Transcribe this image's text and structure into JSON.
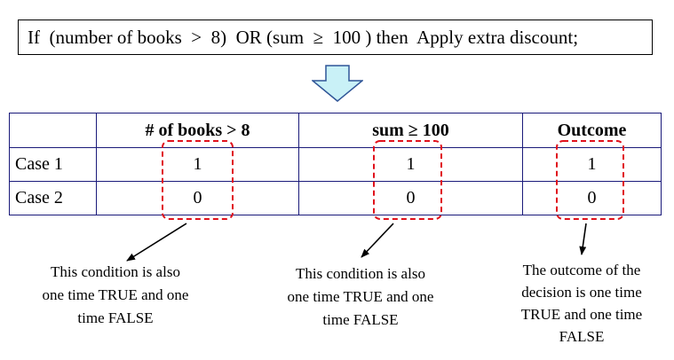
{
  "condition_statement": "If  (number of books  >  8)  OR (sum  ≥  100 ) then  Apply extra discount;",
  "table": {
    "headers": [
      "",
      "# of books > 8",
      "sum ≥ 100",
      "Outcome"
    ],
    "rows": [
      {
        "label": "Case 1",
        "books": "1",
        "sum": "1",
        "outcome": "1"
      },
      {
        "label": "Case 2",
        "books": "0",
        "sum": "0",
        "outcome": "0"
      }
    ]
  },
  "annotations": {
    "books": [
      "This condition is also",
      "one time TRUE and one",
      "time FALSE"
    ],
    "sum": [
      "This condition is also",
      "one time TRUE and one",
      "time FALSE"
    ],
    "outcome": [
      "The outcome of the",
      "decision is one time",
      "TRUE and one time",
      "FALSE"
    ]
  },
  "colors": {
    "arrow_fill": "#c9f1f7",
    "arrow_stroke": "#2f5597",
    "table_border": "#1a1a7a",
    "highlight_dash": "#e0111c"
  }
}
